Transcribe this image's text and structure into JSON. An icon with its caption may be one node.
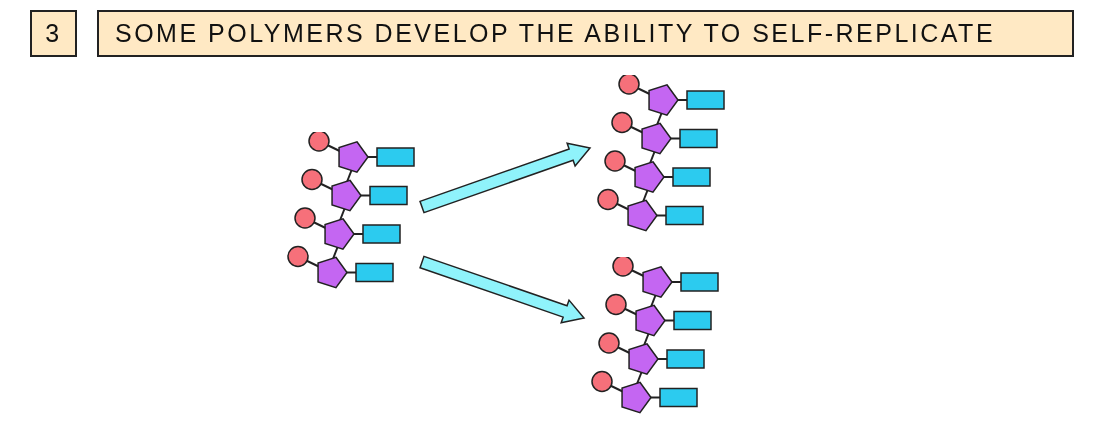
{
  "diagram": {
    "nodes": [
      {
        "text": [
          "3"
        ]
      },
      {
        "text": [
          "SOME POLYMERS DEVELOP THE ABILITY TO SELF-REPLICATE"
        ]
      },
      {
        "text": [],
        "shape": "picture"
      },
      {
        "text": [],
        "shape": "picture"
      },
      {
        "text": [],
        "shape": "picture"
      }
    ],
    "edges": [
      {
        "from": 2,
        "to": 3,
        "arrow": "to",
        "style": "thick"
      },
      {
        "from": 2,
        "to": 4,
        "arrow": "to",
        "style": "thick"
      }
    ]
  }
}
